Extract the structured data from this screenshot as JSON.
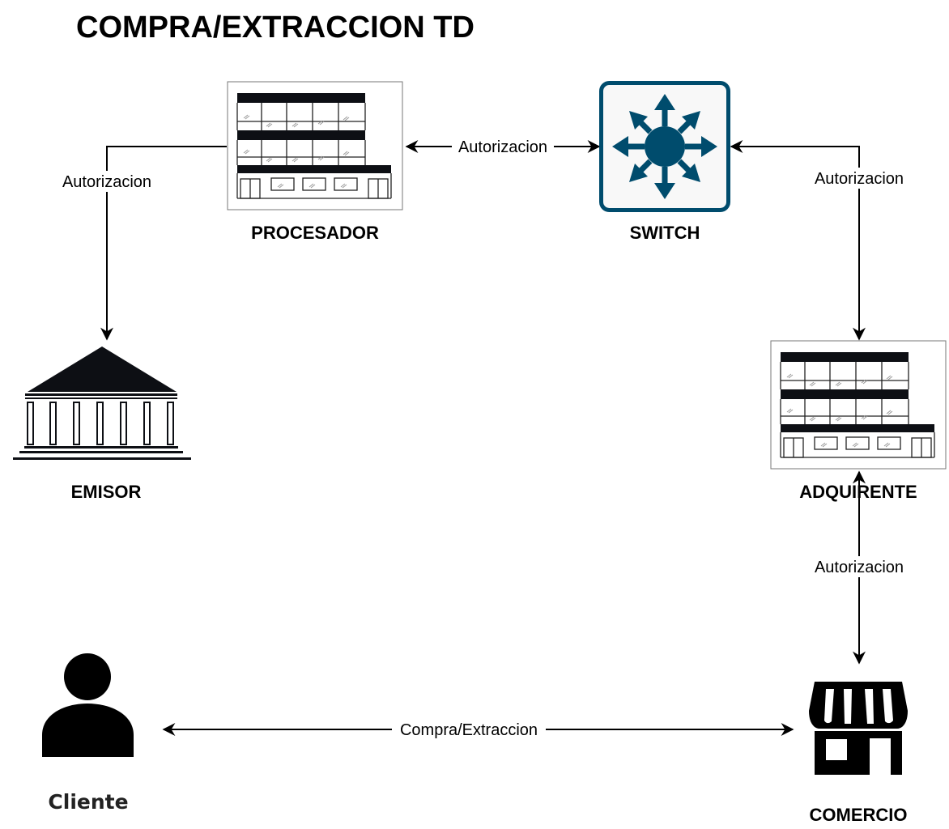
{
  "title": "COMPRA/EXTRACCION TD",
  "nodes": {
    "procesador": {
      "label": "PROCESADOR",
      "icon": "office-building-icon"
    },
    "switch": {
      "label": "SWITCH",
      "icon": "network-switch-icon"
    },
    "emisor": {
      "label": "EMISOR",
      "icon": "bank-icon"
    },
    "adquirente": {
      "label": "ADQUIRENTE",
      "icon": "office-building-icon"
    },
    "cliente": {
      "label": "Cliente",
      "icon": "user-icon"
    },
    "comercio": {
      "label": "COMERCIO",
      "icon": "store-icon"
    }
  },
  "edges": {
    "procesador_emisor": {
      "label": "Autorizacion"
    },
    "procesador_switch": {
      "label": "Autorizacion"
    },
    "switch_adquirente": {
      "label": "Autorizacion"
    },
    "adquirente_comercio": {
      "label": "Autorizacion"
    },
    "cliente_comercio": {
      "label": "Compra/Extraccion"
    }
  },
  "colors": {
    "switch_fill": "#004c6d",
    "switch_bg": "#f8f8f8",
    "line": "#000000"
  }
}
